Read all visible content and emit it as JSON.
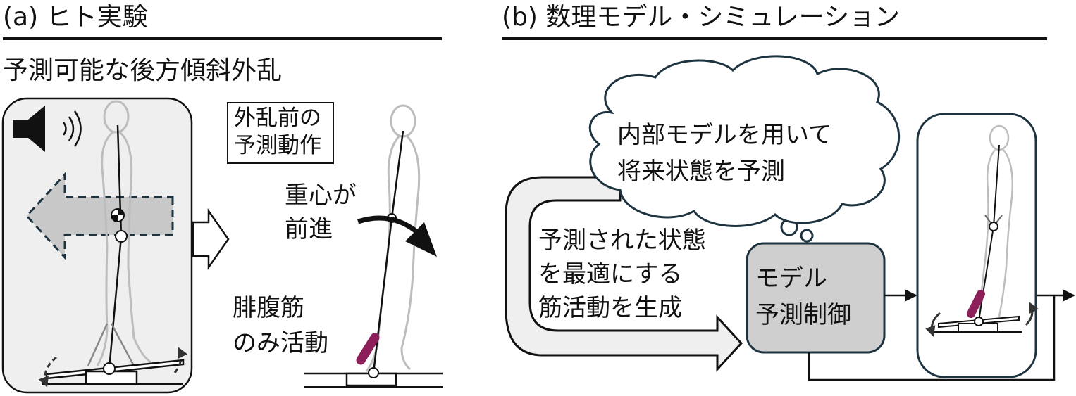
{
  "panel_a": {
    "title": "(a) ヒト実験",
    "subtitle": "予測可能な後方傾斜外乱",
    "box_label_line1": "外乱前の",
    "box_label_line2": "予測動作",
    "com_label_line1": "重心が",
    "com_label_line2": "前進",
    "muscle_label_line1": "腓腹筋",
    "muscle_label_line2": "のみ活動"
  },
  "panel_b": {
    "title": "(b) 数理モデル・シミュレーション",
    "cloud_line1": "内部モデルを用いて",
    "cloud_line2": "将来状態を予測",
    "arrow_line1": "予測された状態",
    "arrow_line2": "を最適にする",
    "arrow_line3": "筋活動を生成",
    "controller_line1": "モデル",
    "controller_line2": "予測制御"
  },
  "colors": {
    "ink": "#111111",
    "grey_fill": "#efefef",
    "arrow_fill": "#c8c8c8",
    "controller_fill": "#cfcfcf",
    "frame_border": "#1e3340",
    "muscle": "#8c1f5a",
    "body_outline": "#bdbdbd"
  },
  "icons": [
    "speaker-icon",
    "sound-wave-icon",
    "center-of-mass-icon"
  ]
}
